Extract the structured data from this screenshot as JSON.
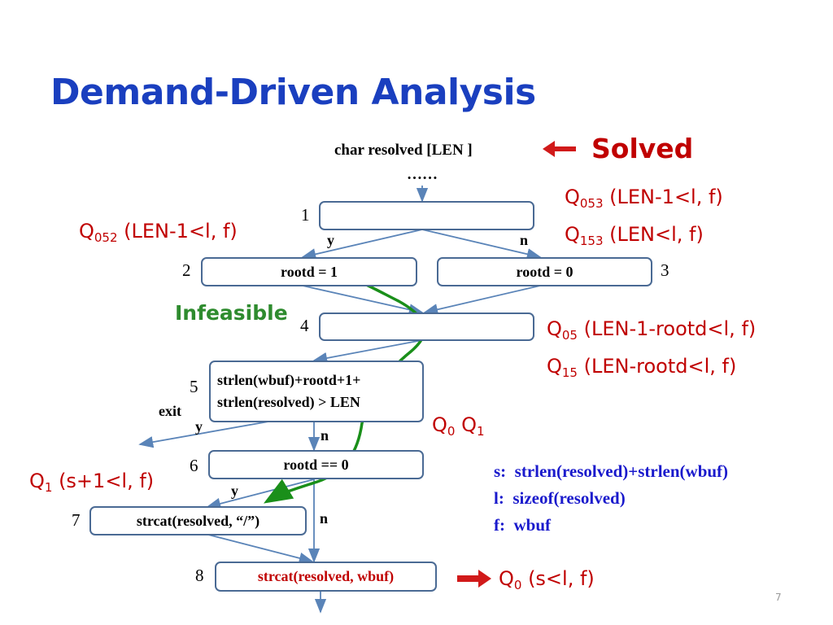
{
  "slide": {
    "title": "Demand-Driven Analysis",
    "page_number": "7"
  },
  "code": {
    "decl": "char resolved [LEN ]",
    "ellipsis": "……",
    "solved": "Solved"
  },
  "nodes": {
    "n1": "1",
    "n2": "2",
    "n3": "3",
    "n4": "4",
    "n5": "5",
    "n6": "6",
    "n7": "7",
    "n8": "8",
    "box2": "rootd = 1",
    "box3": "rootd = 0",
    "box5_line1": "strlen(wbuf)+rootd+1+",
    "box5_line2": "strlen(resolved) > LEN",
    "box6": "rootd == 0",
    "box7": "strcat(resolved, “/”)",
    "box8": "strcat(resolved, wbuf)"
  },
  "branches": {
    "y1": "y",
    "n1": "n",
    "exit": "exit",
    "y5": "y",
    "n5": "n",
    "y6": "y",
    "n6": "n"
  },
  "queries": {
    "q052_q": "Q",
    "q052_sub": "052",
    "q052_rest": " (LEN-1<l, f)",
    "q053_q": "Q",
    "q053_sub": "053",
    "q053_rest": " (LEN-1<l, f)",
    "q153_q": "Q",
    "q153_sub": "153",
    "q153_rest": " (LEN<l, f)",
    "infeasible": "Infeasible",
    "q05_q": "Q",
    "q05_sub": "05",
    "q05_rest": " (LEN-1-rootd<l, f)",
    "q15_q": "Q",
    "q15_sub": "15",
    "q15_rest": " (LEN-rootd<l, f)",
    "q0q1_q0": "Q",
    "q0q1_sub0": "0",
    "q0q1_q1": " Q",
    "q0q1_sub1": "1",
    "q1_q": "Q",
    "q1_sub": "1",
    "q1_rest": " (s+1<l, f)",
    "q0_q": "Q",
    "q0_sub": "0",
    "q0_rest": " (s<l, f)"
  },
  "legend": {
    "s": "s:  strlen(resolved)+strlen(wbuf)",
    "l": "l:  sizeof(resolved)",
    "f": "f:  wbuf"
  },
  "colors": {
    "title": "#1a3fbf",
    "query_red": "#c00000",
    "infeasible_green": "#2e8b2e",
    "legend_blue": "#1a1acc",
    "path_green": "#1a8f1a",
    "box_border": "#4a6a94",
    "arrow_blue": "#5a84b8"
  }
}
